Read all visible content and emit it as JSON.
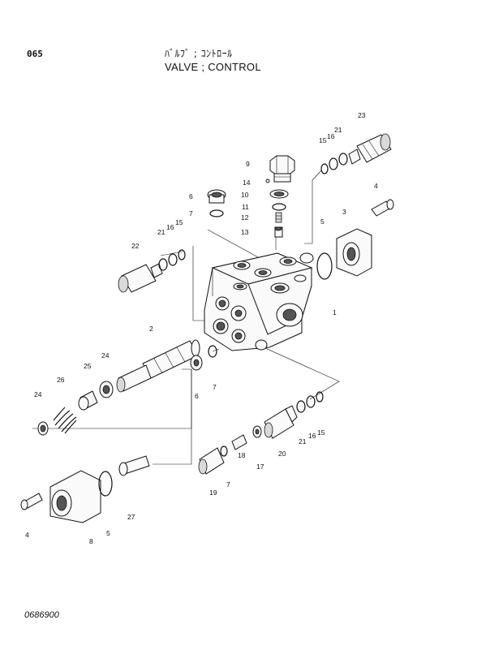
{
  "header": {
    "page_number": "065",
    "title_jp": "ﾊﾞﾙﾌﾞ ; ｺﾝﾄﾛｰﾙ",
    "title_en": "VALVE ; CONTROL"
  },
  "footer": {
    "drawing_number": "0686900"
  },
  "callouts": [
    "1",
    "2",
    "3",
    "4",
    "4",
    "5",
    "5",
    "6",
    "6",
    "7",
    "7",
    "7",
    "8",
    "9",
    "10",
    "11",
    "12",
    "13",
    "14",
    "15",
    "15",
    "15",
    "16",
    "16",
    "16",
    "17",
    "18",
    "19",
    "20",
    "21",
    "21",
    "21",
    "22",
    "23",
    "24",
    "24",
    "25",
    "26",
    "27"
  ]
}
